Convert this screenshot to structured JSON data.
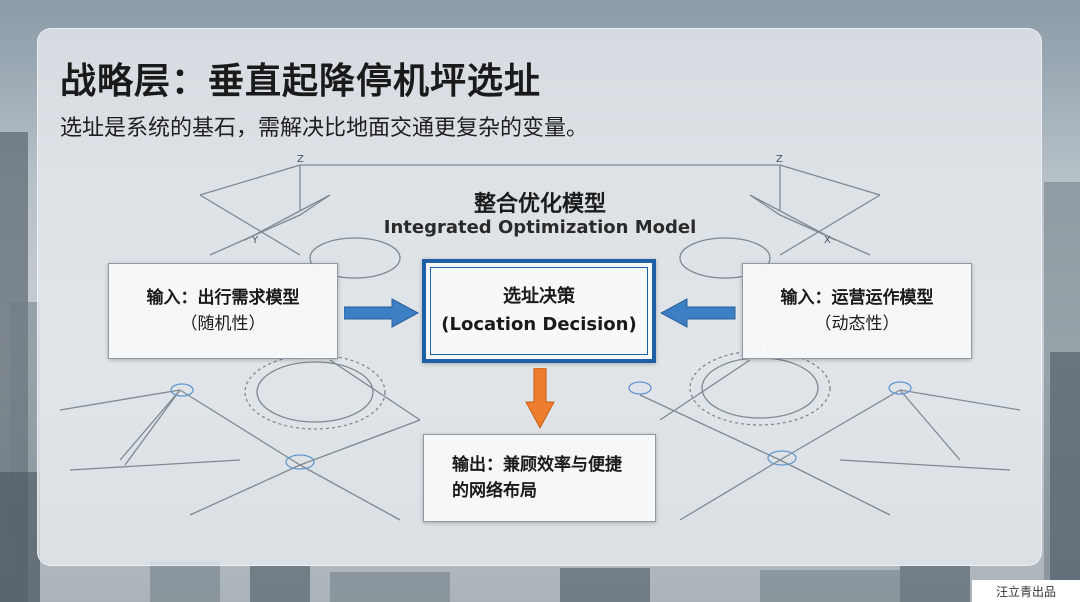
{
  "title": "战略层：垂直起降停机坪选址",
  "subtitle": "选址是系统的基石，需解决比地面交通更复杂的变量。",
  "model": {
    "title_cn": "整合优化模型",
    "title_en": "Integrated Optimization Model"
  },
  "boxes": {
    "left": {
      "line1": "输入：出行需求模型",
      "line2": "（随机性）"
    },
    "center": {
      "line1": "选址决策",
      "line2": "(Location Decision)"
    },
    "right": {
      "line1": "输入：运营运作模型",
      "line2": "（动态性）"
    },
    "output": {
      "line1": "输出：兼顾效率与便捷",
      "line2": "的网络布局"
    }
  },
  "axis_labels": {
    "left_z": "Z",
    "left_y": "Y",
    "right_z": "Z",
    "right_x": "X"
  },
  "credit": "汪立青出品",
  "colors": {
    "center_border": "#1f5fa6",
    "input_arrow": "#3d7fc4",
    "output_arrow": "#ee7d2e"
  }
}
